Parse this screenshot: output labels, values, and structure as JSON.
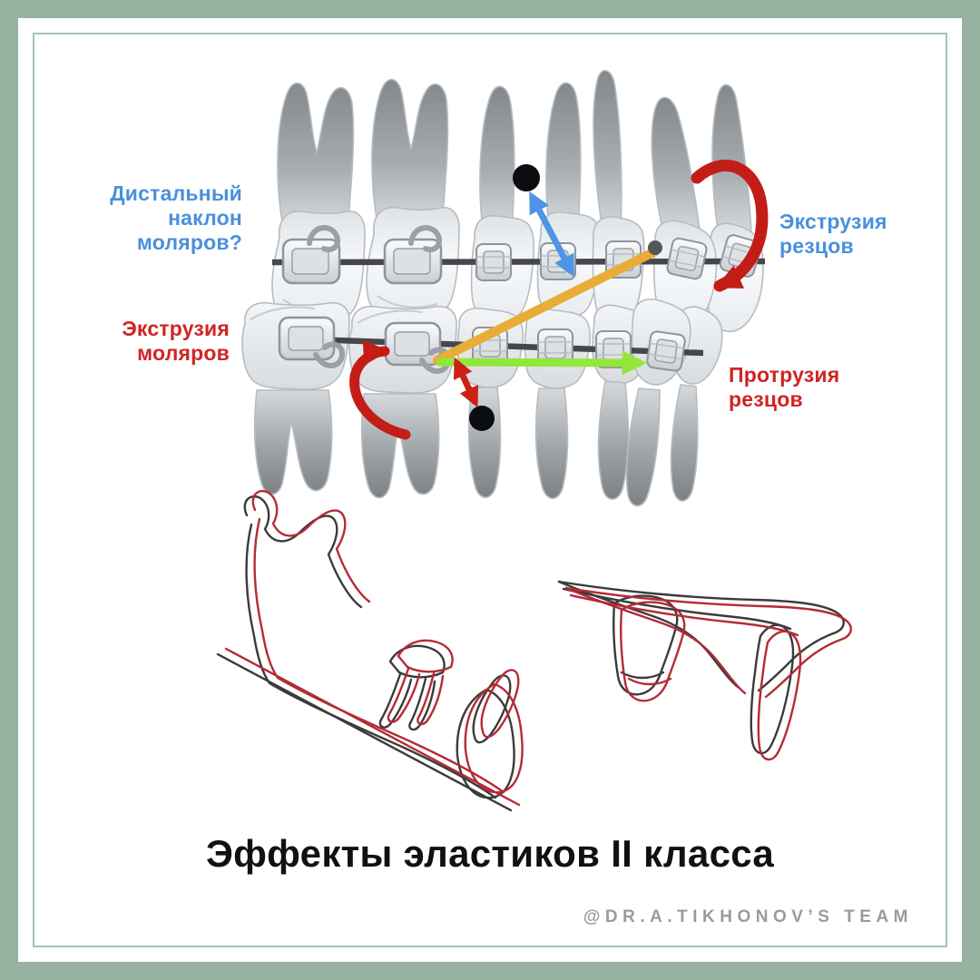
{
  "frame": {
    "outer_color": "#97B2A0",
    "panel_color": "#FFFFFF",
    "inner_line_color": "#A9C2B8"
  },
  "annotations": {
    "distal_tilt_molars": {
      "text": "Дистальный\nнаклон\nмоляров?",
      "color": "#4A90DC"
    },
    "extrusion_incisors": {
      "text": "Экструзия\nрезцов",
      "color": "#4A90DC"
    },
    "extrusion_molars": {
      "text": "Экструзия\nмоляров",
      "color": "#D02423"
    },
    "protrusion_incisors": {
      "text": "Протрузия\nрезцов",
      "color": "#D02423"
    }
  },
  "title": "Эффекты эластиков II класса",
  "watermark": "@DR.A.TIKHONOV’S TEAM",
  "colors": {
    "label_blue": "#4A90DC",
    "label_red": "#D02423",
    "arrow_blue": "#4E95E5",
    "arrow_red": "#CB2117",
    "arrow_arc_red": "#C41D18",
    "arrow_green": "#93E63C",
    "elastic_orange": "#E9AC38",
    "archwire": "#45474D",
    "force_dot_black": "#0B0D10",
    "attachment_dot_gray": "#53565B",
    "tracing_black": "#3B3B3B",
    "tracing_red": "#B42B36",
    "title_color": "#111111",
    "watermark_color": "#9B9B9B"
  }
}
